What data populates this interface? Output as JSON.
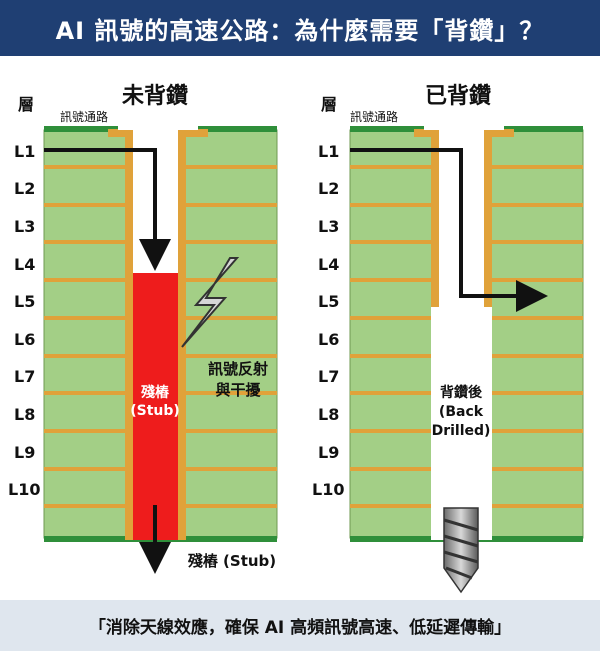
{
  "title": "AI 訊號的高速公路：為什麼需要「背鑽」？",
  "footer": "「消除天線效應，確保 AI 高頻訊號高速、低延遲傳輸」",
  "left_panel": {
    "heading": "未背鑽",
    "layer_header": "層",
    "via_label": "訊號通路",
    "stub_label_line1": "殘樁",
    "stub_label_line2": "(Stub)",
    "interference_line1": "訊號反射",
    "interference_line2": "與干擾",
    "bottom_stub_label": "殘樁 (Stub)"
  },
  "right_panel": {
    "heading": "已背鑽",
    "layer_header": "層",
    "via_label": "訊號通路",
    "back_line1": "背鑽後",
    "back_line2": "(Back",
    "back_line3": "Drilled)"
  },
  "layers": [
    "L1",
    "L2",
    "L3",
    "L4",
    "L5",
    "L6",
    "L7",
    "L8",
    "L9",
    "L10"
  ],
  "colors": {
    "title_bg": "#1f3f73",
    "board_green": "#a3cf86",
    "copper": "#e0a23a",
    "stub_red": "#ee1c1c",
    "footer_bg": "#dfe6ee"
  }
}
